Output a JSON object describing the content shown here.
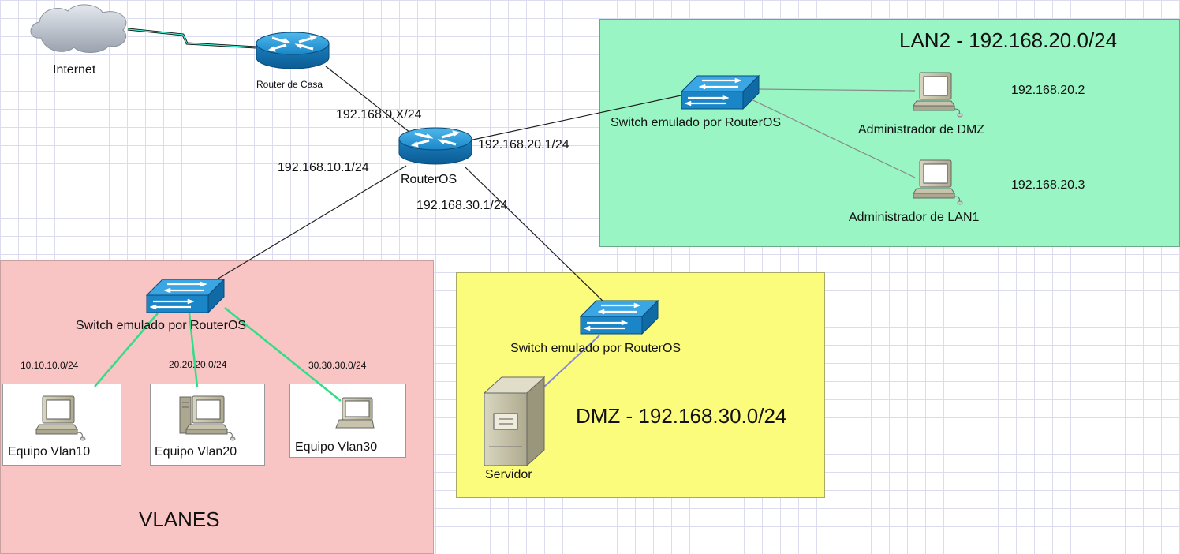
{
  "zones": {
    "lan2": "LAN2 - 192.168.20.0/24",
    "dmz": "DMZ - 192.168.30.0/24",
    "vlanes": "VLANES"
  },
  "devices": {
    "cloud": "Internet",
    "home_router": "Router de Casa",
    "routeros": "RouterOS",
    "switch_lan2": "Switch emulado por RouterOS",
    "switch_vlanes": "Switch emulado por RouterOS",
    "switch_dmz": "Switch emulado por RouterOS",
    "pc_dmz_admin": "Administrador de DMZ",
    "pc_lan1_admin": "Administrador de LAN1",
    "server": "Servidor",
    "pc_vlan10": "Equipo Vlan10",
    "pc_vlan20": "Equipo Vlan20",
    "pc_vlan30": "Equipo Vlan30"
  },
  "addresses": {
    "wan": "192.168.0.X/24",
    "lan2_gw": "192.168.20.1/24",
    "vlan_gw": "192.168.10.1/24",
    "dmz_gw": "192.168.30.1/24",
    "dmz_admin_ip": "192.168.20.2",
    "lan1_admin_ip": "192.168.20.3",
    "vlan10_net": "10.10.10.0/24",
    "vlan20_net": "20.20.20.0/24",
    "vlan30_net": "30.30.30.0/24"
  },
  "colors": {
    "vlanes_zone": "#f8c4c4",
    "dmz_zone": "#fcfc7c",
    "lan2_zone": "#99f5c4",
    "device_blue": "#1c8fd0",
    "vlan_links": "#33dd88"
  }
}
